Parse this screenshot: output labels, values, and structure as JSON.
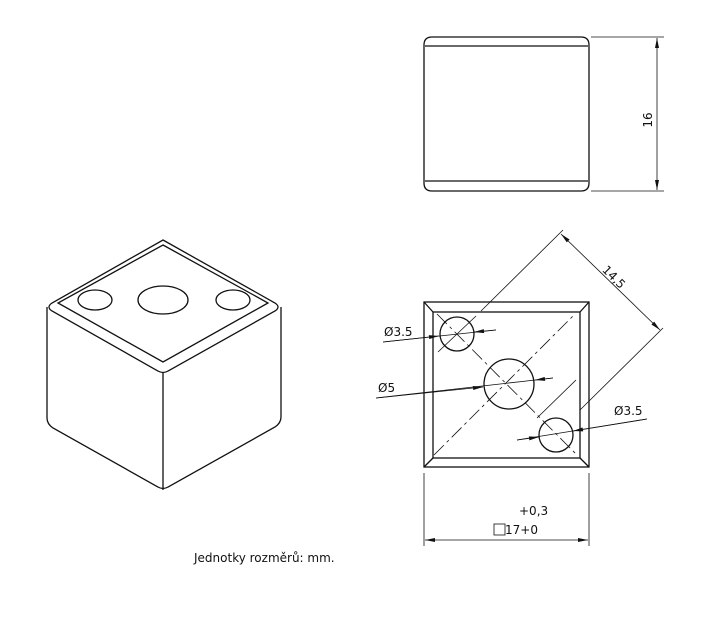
{
  "drawing": {
    "dim_height": "16",
    "dim_diagonal": "14,5",
    "dim_hole_small_1": "Ø3.5",
    "dim_hole_center": "Ø5",
    "dim_hole_small_2": "Ø3.5",
    "dim_side_tolerance_upper": "+0,3",
    "dim_side": "17+0",
    "units_note": "Jednotky rozměrů: mm."
  },
  "colors": {
    "line": "#111111",
    "background": "#ffffff"
  }
}
